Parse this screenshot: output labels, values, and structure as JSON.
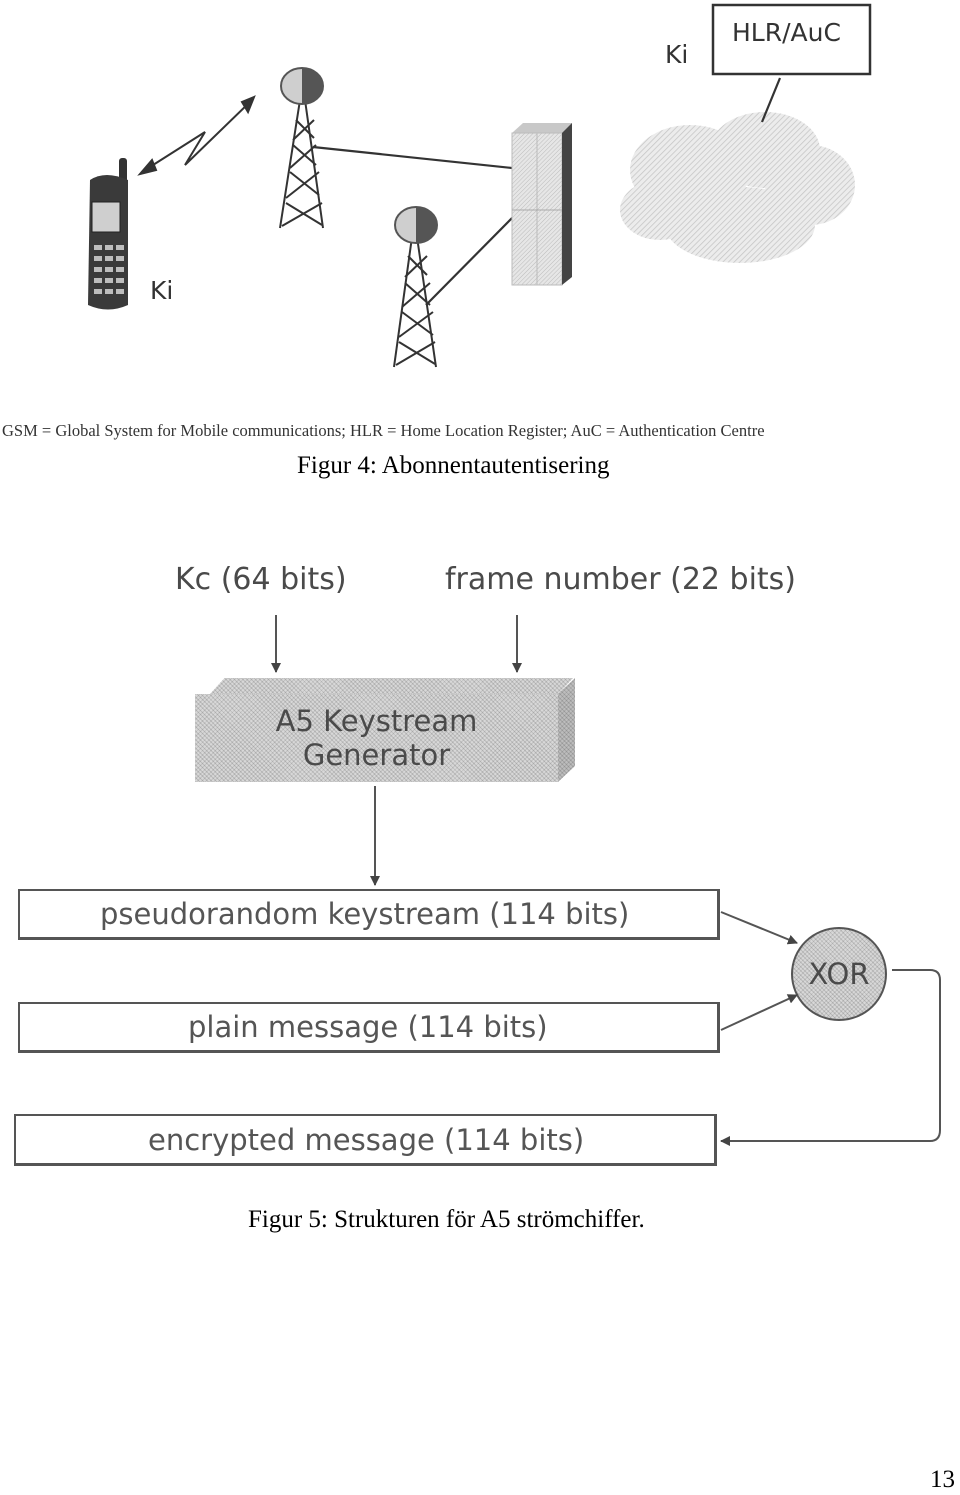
{
  "figure4": {
    "ki_network_label": "Ki",
    "hlr_auc_label": "HLR/AuC",
    "ki_phone_label": "Ki",
    "legend": "GSM = Global System for Mobile communications; HLR = Home Location Register; AuC = Authentication Centre",
    "caption": "Figur 4: Abonnentautentisering",
    "icons": [
      "mobile-phone-icon",
      "radio-tower-icon",
      "radio-tower-icon",
      "switch-cabinet-icon",
      "network-cloud-icon",
      "radio-link-icon"
    ]
  },
  "figure5": {
    "kc_label": "Kc (64 bits)",
    "frame_label": "frame number (22 bits)",
    "generator_line1": "A5 Keystream",
    "generator_line2": "Generator",
    "keystream_label": "pseudorandom keystream (114 bits)",
    "plain_label": "plain message (114 bits)",
    "xor_label": "XOR",
    "encrypted_label": "encrypted message (114 bits)",
    "caption": "Figur 5: Strukturen för A5 strömchiffer."
  },
  "page_number": "13",
  "colors": {
    "hatch_gray": "#d8d8d8",
    "line_gray": "#555555",
    "text_gray": "#444444"
  }
}
